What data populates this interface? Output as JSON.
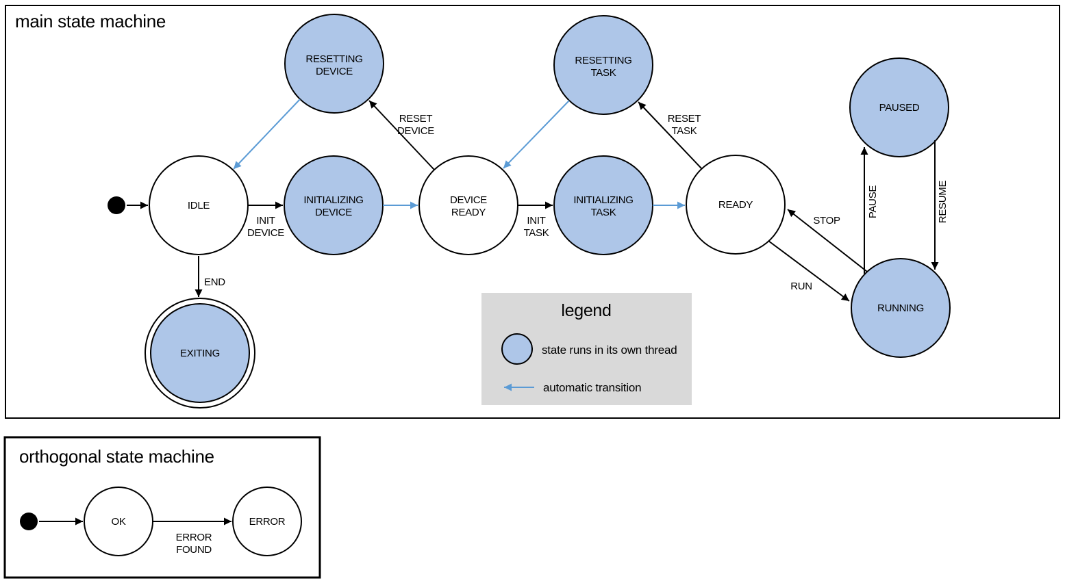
{
  "colors": {
    "threaded_state_fill": "#aec6e8",
    "automatic_transition_color": "#5b9bd5",
    "legend_background": "#d9d9d9",
    "diagram_stroke": "#000000"
  },
  "main_machine": {
    "title": "main state machine",
    "states": {
      "idle": {
        "lines": [
          "IDLE"
        ],
        "threaded": false
      },
      "resetting_device": {
        "lines": [
          "RESETTING",
          "DEVICE"
        ],
        "threaded": true
      },
      "initializing_device": {
        "lines": [
          "INITIALIZING",
          "DEVICE"
        ],
        "threaded": true
      },
      "device_ready": {
        "lines": [
          "DEVICE",
          "READY"
        ],
        "threaded": false
      },
      "resetting_task": {
        "lines": [
          "RESETTING",
          "TASK"
        ],
        "threaded": true
      },
      "initializing_task": {
        "lines": [
          "INITIALIZING",
          "TASK"
        ],
        "threaded": true
      },
      "ready": {
        "lines": [
          "READY"
        ],
        "threaded": false
      },
      "paused": {
        "lines": [
          "PAUSED"
        ],
        "threaded": true
      },
      "running": {
        "lines": [
          "RUNNING"
        ],
        "threaded": true
      },
      "exiting": {
        "lines": [
          "EXITING"
        ],
        "threaded": true,
        "final": true
      }
    },
    "transition_labels": {
      "init_device": [
        "INIT",
        "DEVICE"
      ],
      "reset_device": [
        "RESET",
        "DEVICE"
      ],
      "init_task": [
        "INIT",
        "TASK"
      ],
      "reset_task": [
        "RESET",
        "TASK"
      ],
      "end": [
        "END"
      ],
      "run": [
        "RUN"
      ],
      "stop": [
        "STOP"
      ],
      "pause": [
        "PAUSE"
      ],
      "resume": [
        "RESUME"
      ]
    }
  },
  "legend": {
    "title": "legend",
    "items": [
      {
        "symbol": "threaded-state-circle",
        "label": "state runs in its own thread"
      },
      {
        "symbol": "automatic-transition-arrow",
        "label": "automatic transition"
      }
    ]
  },
  "orthogonal_machine": {
    "title": "orthogonal state machine",
    "states": {
      "ok": {
        "lines": [
          "OK"
        ],
        "threaded": false
      },
      "error": {
        "lines": [
          "ERROR"
        ],
        "threaded": false
      }
    },
    "transition_labels": {
      "error_found": [
        "ERROR",
        "FOUND"
      ]
    }
  }
}
